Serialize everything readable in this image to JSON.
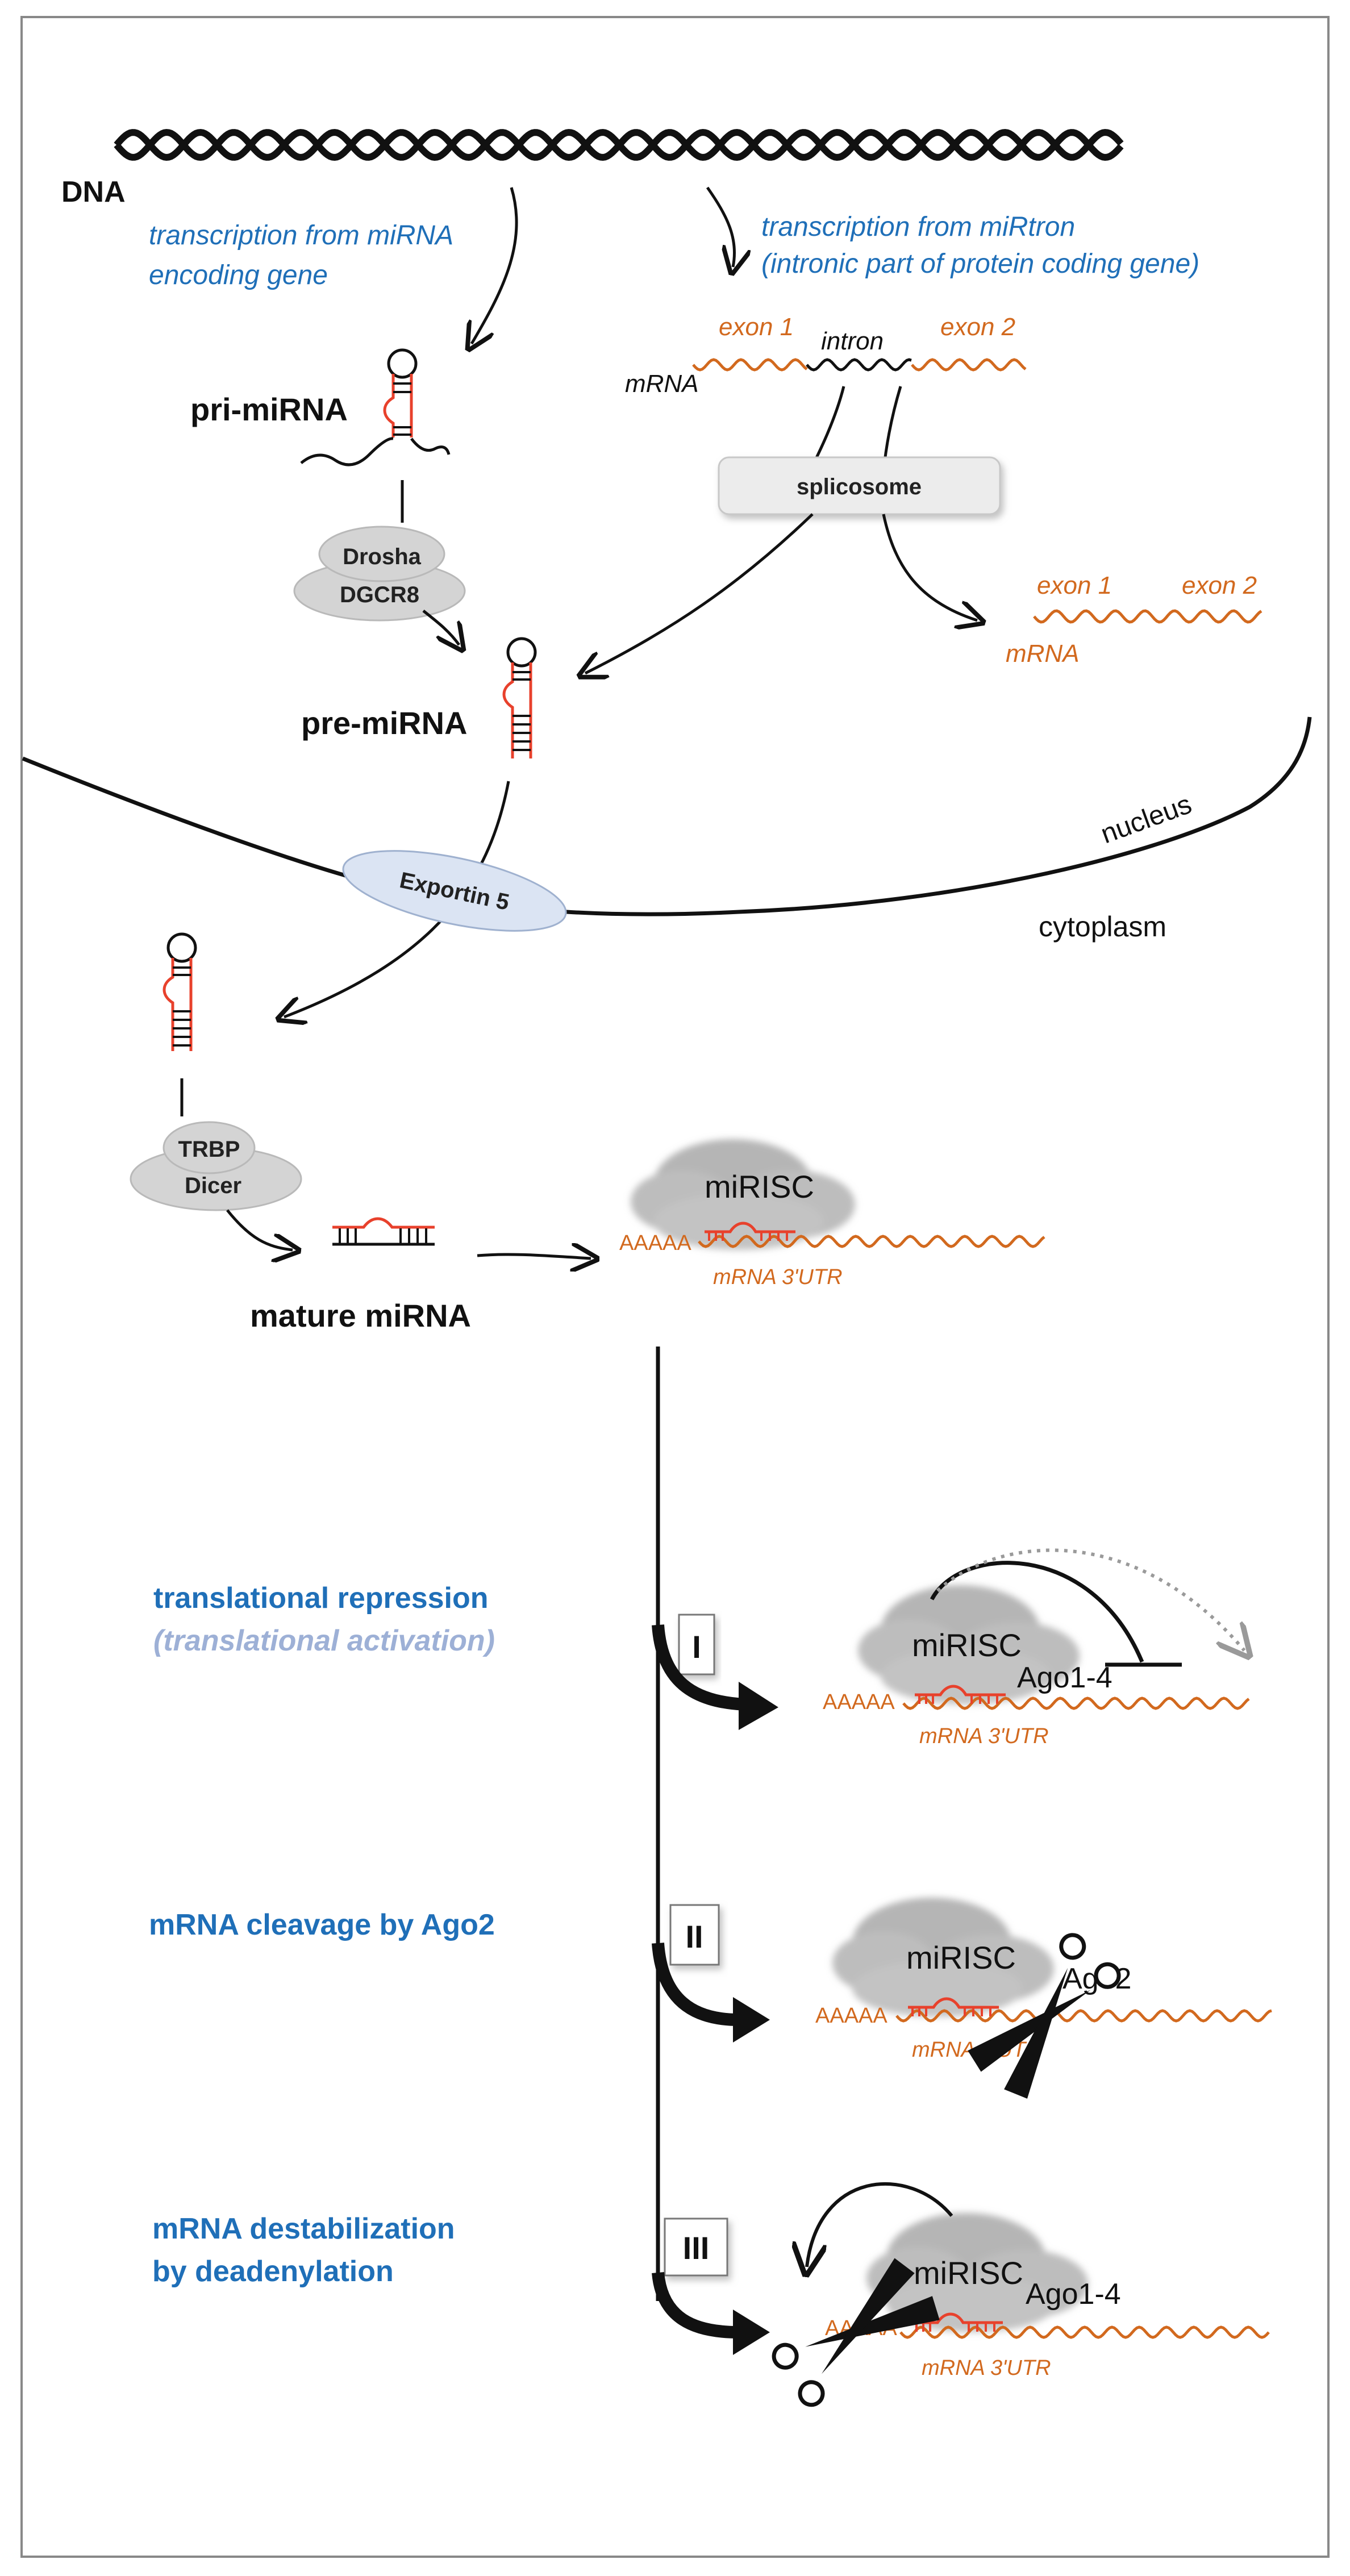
{
  "colors": {
    "blue_label": "#1f6fb8",
    "light_blue_label": "#9db0d6",
    "orange_rna": "#d2691e",
    "red_stem": "#e8412c",
    "protein_gray": "#d4d4d4",
    "exportin_fill": "#dbe4f3",
    "black": "#111111"
  },
  "nuclear": {
    "dna_label": "DNA",
    "transcription_mirna_line1": "transcription from miRNA",
    "transcription_mirna_line2": "encoding gene",
    "transcription_mirtron_line1": "transcription from miRtron",
    "transcription_mirtron_line2": "(intronic part of protein coding gene)",
    "exon1": "exon 1",
    "intron": "intron",
    "exon2": "exon 2",
    "mrna": "mRNA",
    "pri_mirna": "pri-miRNA",
    "splicosome": "splicosome",
    "drosha": "Drosha",
    "dgcr8": "DGCR8",
    "spliced_exon1": "exon 1",
    "spliced_exon2": "exon 2",
    "spliced_mrna": "mRNA",
    "pre_mirna": "pre-miRNA",
    "nucleus": "nucleus"
  },
  "cytoplasmic": {
    "exportin": "Exportin 5",
    "cytoplasm": "cytoplasm",
    "trbp": "TRBP",
    "dicer": "Dicer",
    "mature_mirna": "mature miRNA",
    "mirisc": "miRISC",
    "polya": "AAAAA",
    "mrna_3utr": "mRNA 3'UTR"
  },
  "pathways": [
    {
      "numeral": "I",
      "label_line1": "translational repression",
      "label_line2": "(translational activation)",
      "mirisc": "miRISC",
      "ago": "Ago1-4",
      "polya": "AAAAA",
      "utr": "mRNA 3'UTR"
    },
    {
      "numeral": "II",
      "label_line1": "mRNA cleavage by Ago2",
      "mirisc": "miRISC",
      "ago": "Ago2",
      "polya": "AAAAA",
      "utr": "mRNA 3'UTR"
    },
    {
      "numeral": "III",
      "label_line1": "mRNA destabilization",
      "label_line2": "by deadenylation",
      "mirisc": "miRISC",
      "ago": "Ago1-4",
      "polya": "AAAAA",
      "utr": "mRNA 3'UTR"
    }
  ]
}
